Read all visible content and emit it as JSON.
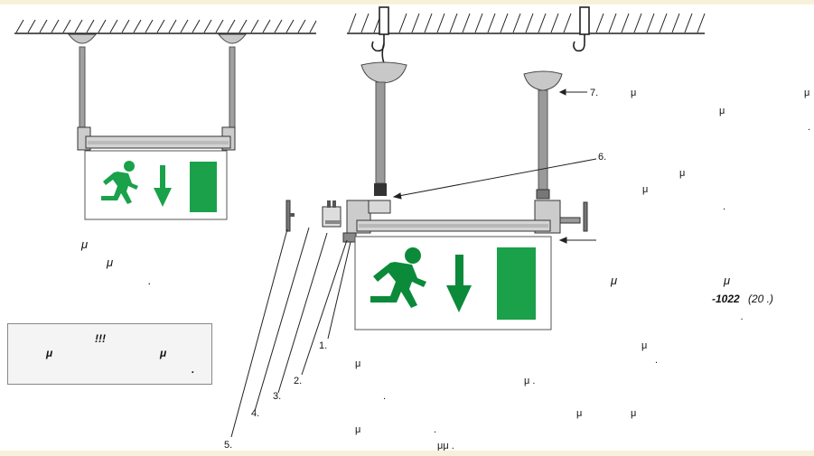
{
  "left_note": {
    "line1": "μ",
    "line2": "μ",
    "line3": "."
  },
  "warning_box": {
    "title": "!!!",
    "mu_left": "μ",
    "mu_right": "μ",
    "dot": "."
  },
  "callouts": {
    "c1": "1.",
    "c2": "2.",
    "c3": "3.",
    "c4": "4.",
    "c5": "5.",
    "c6": "6.",
    "c7": "7."
  },
  "annotations": {
    "a7_mu1": "μ",
    "a7_mu2": "μ",
    "a7_mu3": "μ",
    "a7_dot": ".",
    "a6_mu1": "μ",
    "a6_mu2": "μ",
    "a6_dot": ".",
    "a_right_mu1": "μ",
    "a_right_mu2": "μ",
    "standard": "-1022",
    "standard_year": "(20    .)",
    "standard_dot": ".",
    "a1_mu": "μ",
    "a1_dot": ".",
    "a2_mu": "μ",
    "a2_mu_dot": "μ .",
    "a3_dot": ".",
    "a4_mu1": "μ",
    "a4_mu2": "μ",
    "a5_mu": "μ",
    "a5_dot": ".",
    "a_last": "μμ ."
  },
  "colors": {
    "exit_green": "#1aa14a",
    "exit_green_dark": "#0b8a3a",
    "pipe": "#9a9a9a",
    "lamp": "#c8c8c8",
    "frame": "#f7f1dc"
  },
  "icons": [
    "running-man-icon",
    "down-arrow-icon",
    "exit-door-icon",
    "hook-icon",
    "ceiling-canopy-icon"
  ]
}
